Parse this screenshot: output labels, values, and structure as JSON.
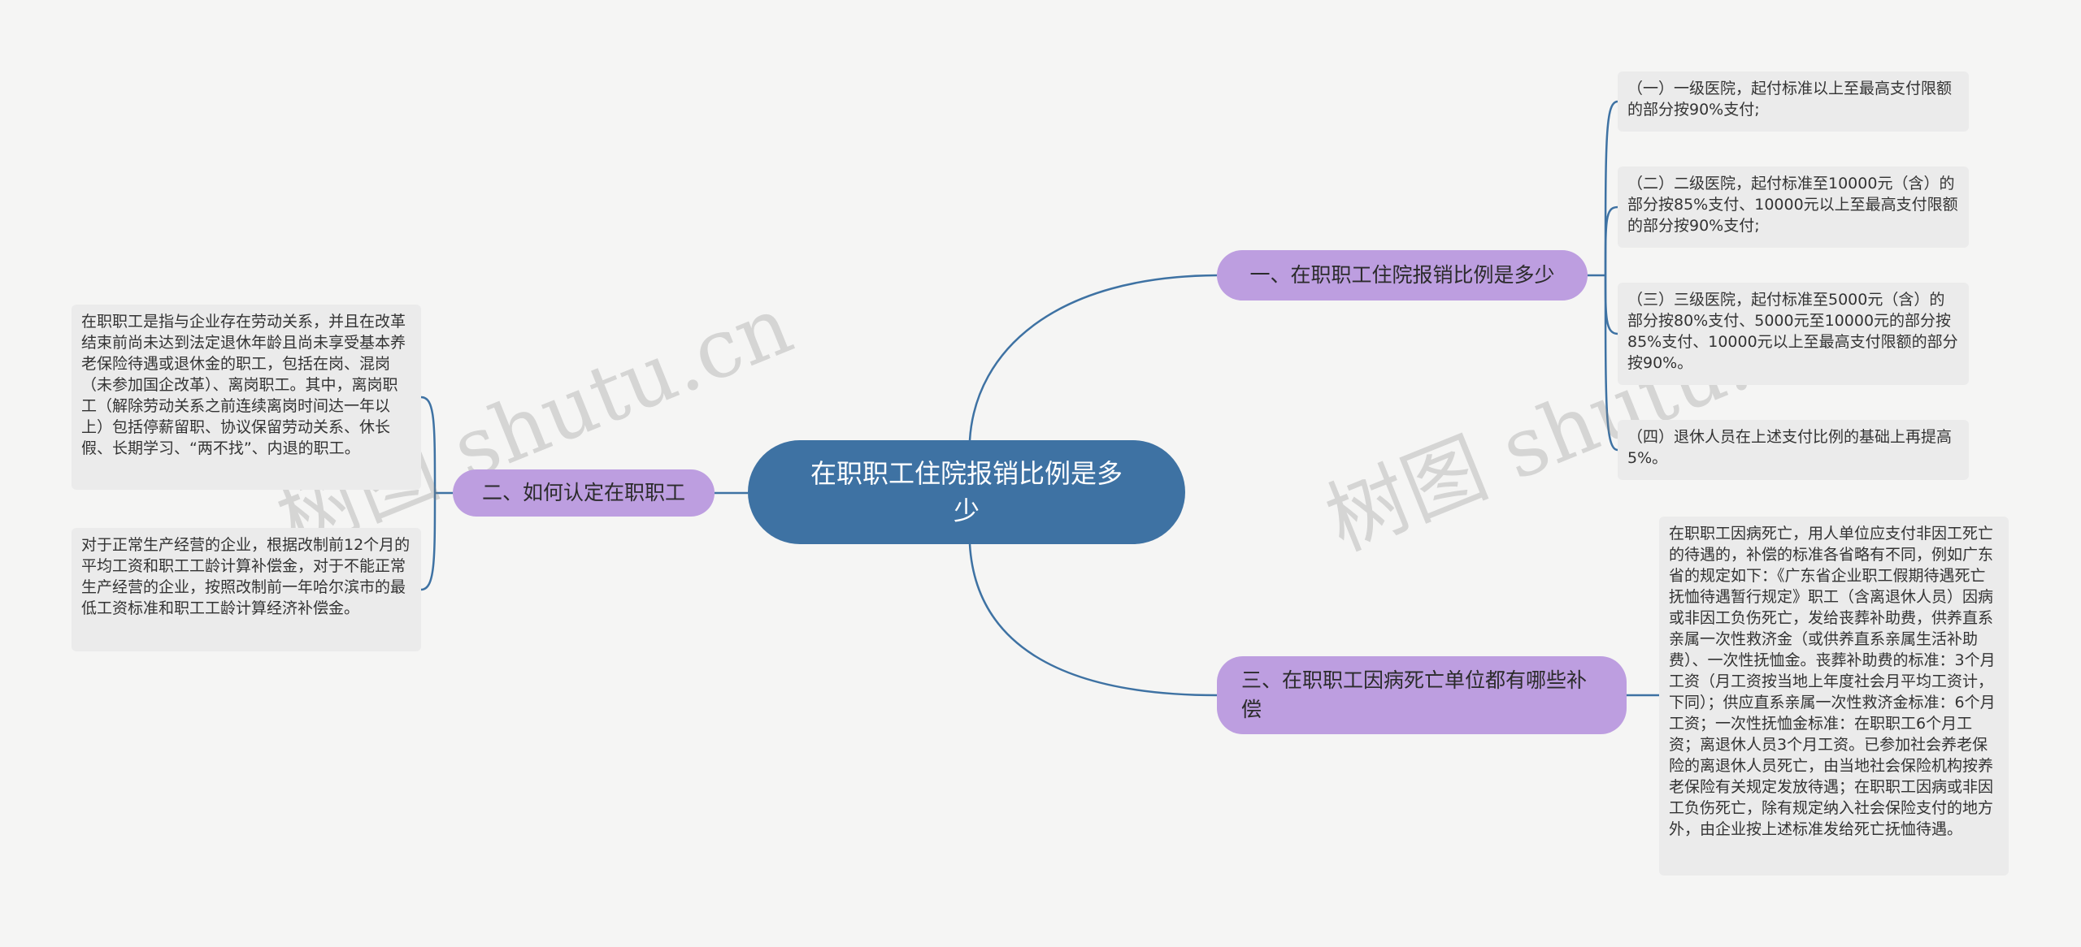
{
  "root": {
    "label": "在职职工住院报销比例是多少"
  },
  "branches": [
    {
      "label": "一、在职职工住院报销比例是多少"
    },
    {
      "label": "二、如何认定在职职工"
    },
    {
      "label": "三、在职职工因病死亡单位都有哪些补偿"
    }
  ],
  "leaves": [
    {
      "text": "（一）一级医院，起付标准以上至最高支付限额的部分按90%支付;"
    },
    {
      "text": "（二）二级医院，起付标准至10000元（含）的部分按85%支付、10000元以上至最高支付限额的部分按90%支付;"
    },
    {
      "text": "（三）三级医院，起付标准至5000元（含）的部分按80%支付、5000元至10000元的部分按85%支付、10000元以上至最高支付限额的部分按90%。"
    },
    {
      "text": "（四）退休人员在上述支付比例的基础上再提高5%。"
    },
    {
      "text": "在职职工是指与企业存在劳动关系，并且在改革结束前尚未达到法定退休年龄且尚未享受基本养老保险待遇或退休金的职工，包括在岗、混岗（未参加国企改革）、离岗职工。其中，离岗职工（解除劳动关系之前连续离岗时间达一年以上）包括停薪留职、协议保留劳动关系、休长假、长期学习、“两不找”、内退的职工。"
    },
    {
      "text": "对于正常生产经营的企业，根据改制前12个月的平均工资和职工工龄计算补偿金，对于不能正常生产经营的企业，按照改制前一年哈尔滨市的最低工资标准和职工工龄计算经济补偿金。"
    },
    {
      "text": "在职职工因病死亡，用人单位应支付非因工死亡的待遇的，补偿的标准各省略有不同，例如广东省的规定如下：《广东省企业职工假期待遇死亡抚恤待遇暂行规定》职工（含离退休人员）因病或非因工负伤死亡，发给丧葬补助费，供养直系亲属一次性救济金（或供养直系亲属生活补助费）、一次性抚恤金。丧葬补助费的标准：3个月工资（月工资按当地上年度社会月平均工资计，下同）；供应直系亲属一次性救济金标准：6个月工资；一次性抚恤金标准：在职职工6个月工资；离退休人员3个月工资。已参加社会养老保险的离退休人员死亡，由当地社会保险机构按养老保险有关规定发放待遇；在职职工因病或非因工负伤死亡，除有规定纳入社会保险支付的地方外，由企业按上述标准发给死亡抚恤待遇。"
    }
  ],
  "watermark": "树图 shutu.cn",
  "colors": {
    "root": "#3e72a3",
    "branch": "#bd9ee0",
    "leaf": "#ebebeb",
    "line": "#3e72a3",
    "background": "#f5f5f4"
  }
}
